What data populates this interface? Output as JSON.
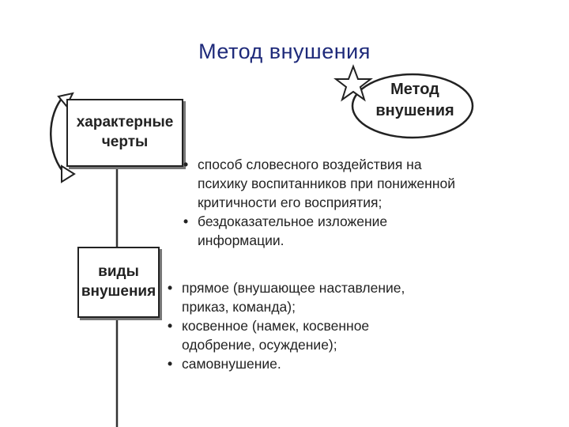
{
  "title": "Метод внушения",
  "oval": {
    "line1": "Метод",
    "line2": "внушения"
  },
  "box_features": {
    "line1": "характерные",
    "line2": "черты"
  },
  "box_types": {
    "line1": "виды",
    "line2": "внушения"
  },
  "features": [
    {
      "text": "способ словесного воздействия на психику воспитанников при пониженной критичности его восприятия;"
    },
    {
      "text": "бездоказательное изложение информации."
    }
  ],
  "types": [
    {
      "text": "прямое (внушающее наставление, приказ, команда);"
    },
    {
      "text": "косвенное (намек, косвенное одобрение, осуждение);"
    },
    {
      "text": "самовнушение."
    }
  ]
}
